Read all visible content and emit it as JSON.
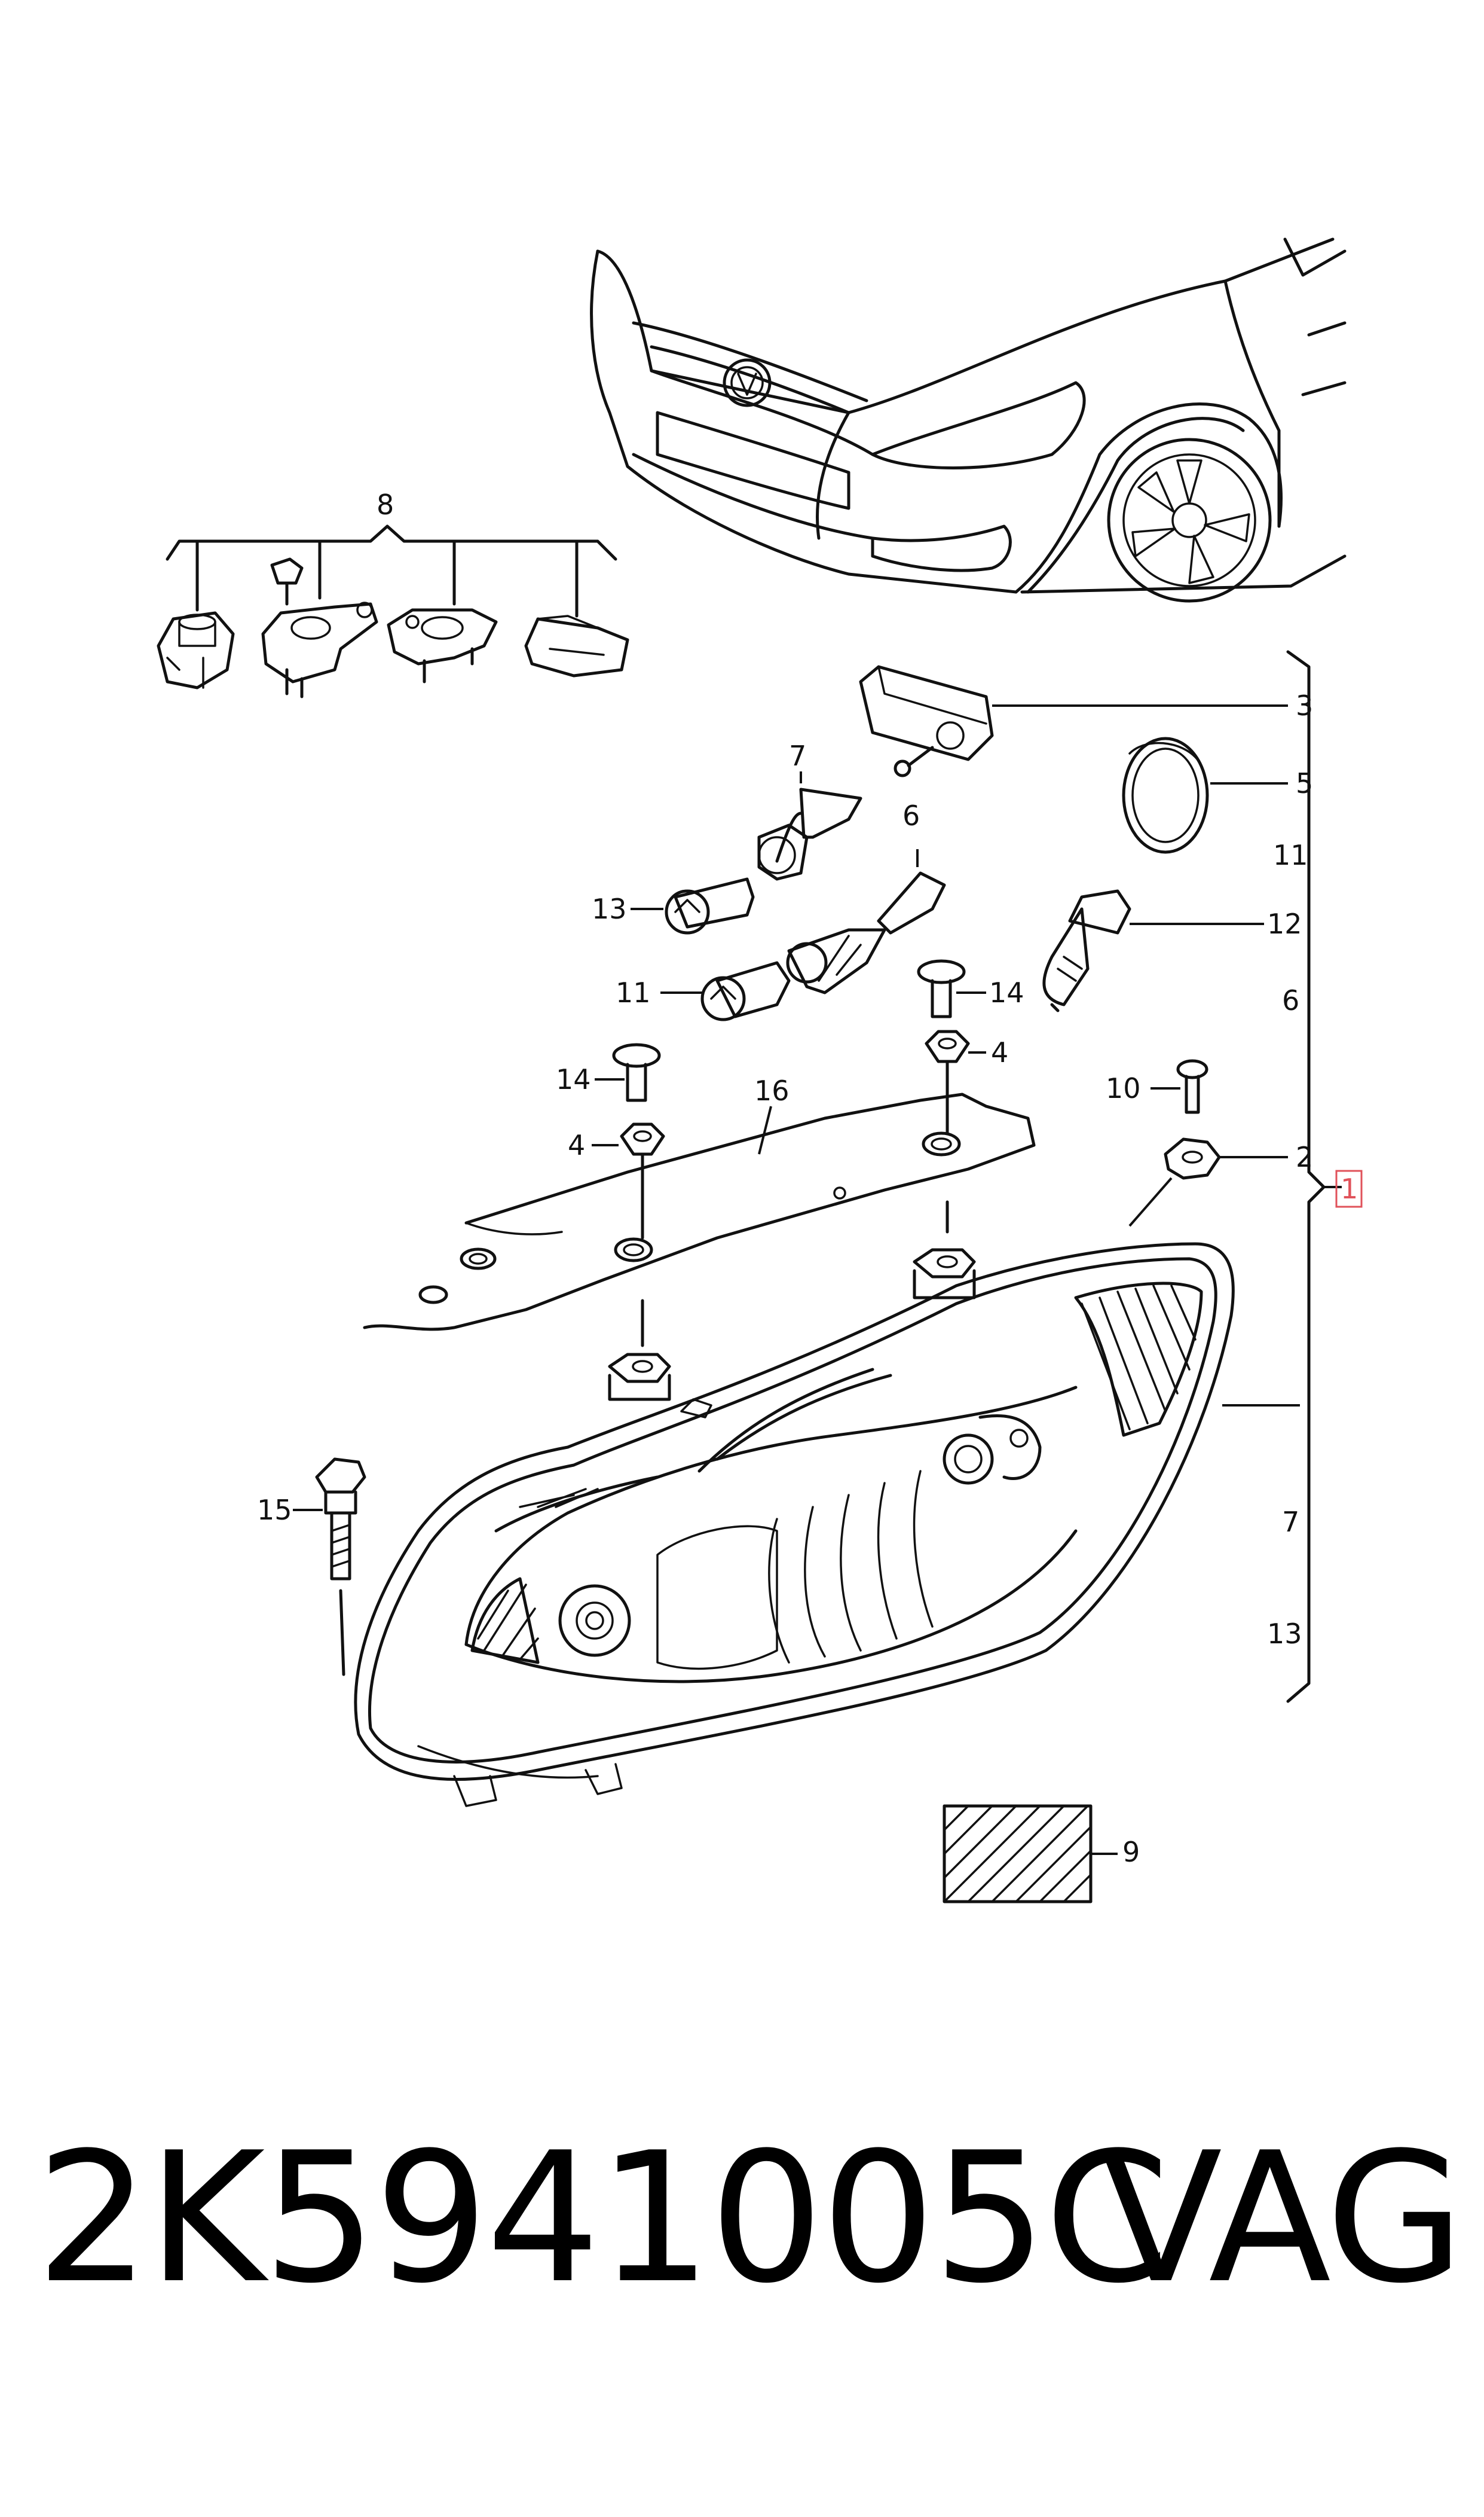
{
  "callouts": {
    "c1": "1",
    "c2": "2",
    "c3": "3",
    "c4a": "4",
    "c4b": "4",
    "c5": "5",
    "c6a": "6",
    "c6b": "6",
    "c7a": "7",
    "c7b": "7",
    "c8": "8",
    "c9": "9",
    "c10": "10",
    "c11a": "11",
    "c11b": "11",
    "c12": "12",
    "c13a": "13",
    "c13b": "13",
    "c14a": "14",
    "c14b": "14",
    "c15": "15",
    "c16": "16"
  },
  "bracket_list": [
    "3",
    "5",
    "11",
    "12",
    "6",
    "2",
    "7",
    "13"
  ],
  "footer": {
    "part_number": "2K5941005C",
    "brand": "VAG"
  },
  "colors": {
    "line": "#111111",
    "boxed_callout": "#e0525a",
    "background": "#ffffff"
  }
}
